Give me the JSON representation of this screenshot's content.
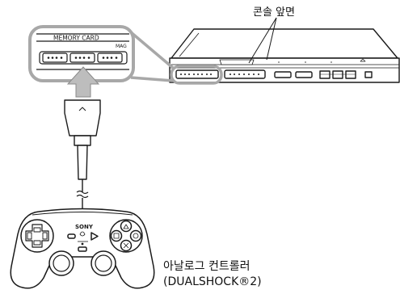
{
  "labels": {
    "console_front": "콘솔 앞면",
    "controller_line1": "아날로그 컨트롤러",
    "controller_line2": "(DUALSHOCK®2)"
  },
  "callout": {
    "memory_card_text": "MEMORY CARD",
    "side_text": "MAG"
  },
  "controller": {
    "brand_text": "SONY"
  },
  "colors": {
    "line": "#1a1a1a",
    "highlight": "#a8a8a8",
    "fill": "#ffffff"
  }
}
